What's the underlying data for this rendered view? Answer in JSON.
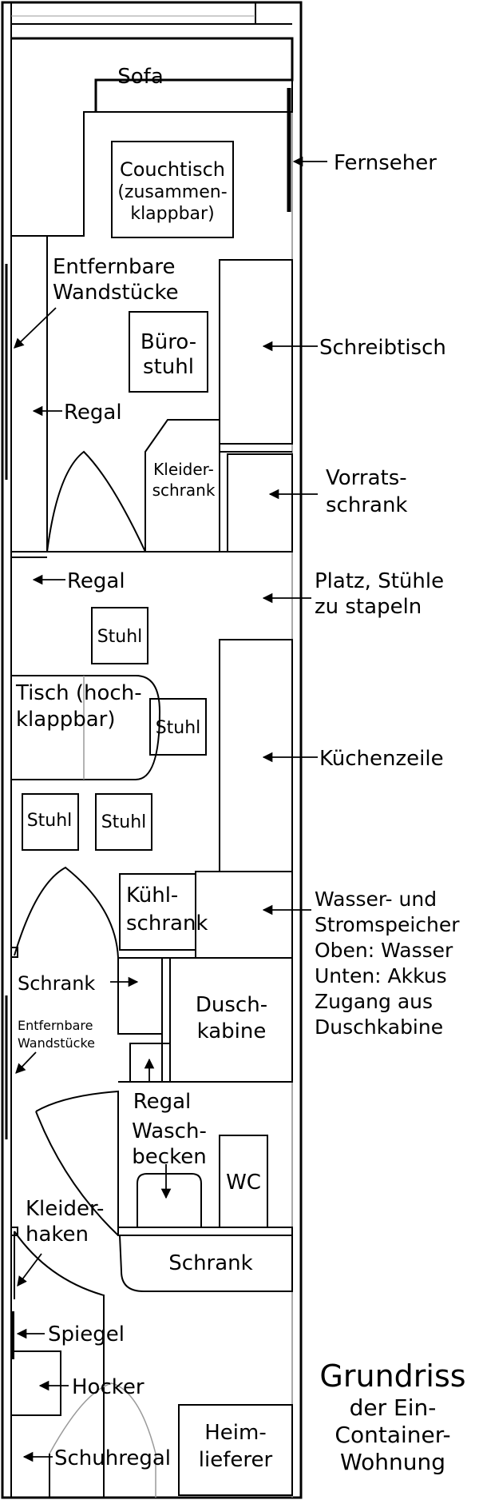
{
  "labels": {
    "sofa": "Sofa",
    "couchtisch_1": "Couchtisch",
    "couchtisch_2": "(zusammen-",
    "couchtisch_3": "klappbar)",
    "fernseher": "Fernseher",
    "wandstuecke_top_1": "Entfernbare",
    "wandstuecke_top_2": "Wandstücke",
    "buerostuhl_1": "Büro-",
    "buerostuhl_2": "stuhl",
    "schreibtisch": "Schreibtisch",
    "regal_1": "Regal",
    "kleiderschrank_1": "Kleider-",
    "kleiderschrank_2": "schrank",
    "vorrats_1": "Vorrats-",
    "vorrats_2": "schrank",
    "regal_2": "Regal",
    "platz_1": "Platz, Stühle",
    "platz_2": "zu stapeln",
    "stuhl_1": "Stuhl",
    "tisch_1": "Tisch (hoch-",
    "tisch_2": "klappbar)",
    "stuhl_2": "Stuhl",
    "kuechenzeile": "Küchenzeile",
    "stuhl_3": "Stuhl",
    "stuhl_4": "Stuhl",
    "kuehl_1": "Kühl-",
    "kuehl_2": "schrank",
    "speicher_1": "Wasser- und",
    "speicher_2": "Stromspeicher",
    "speicher_3": "Oben: Wasser",
    "speicher_4": "Unten: Akkus",
    "speicher_5": "Zugang aus",
    "speicher_6": "Duschkabine",
    "schrank_1": "Schrank",
    "dusch_1": "Dusch-",
    "dusch_2": "kabine",
    "wandstuecke_bot_1": "Entfernbare",
    "wandstuecke_bot_2": "Wandstücke",
    "regal_3": "Regal",
    "wasch_1": "Wasch-",
    "wasch_2": "becken",
    "wc": "WC",
    "kleiderhaken_1": "Kleider-",
    "kleiderhaken_2": "haken",
    "schrank_2": "Schrank",
    "spiegel": "Spiegel",
    "hocker": "Hocker",
    "heimlieferer_1": "Heim-",
    "heimlieferer_2": "lieferer",
    "schuhregal": "Schuhregal",
    "title_1": "Grundriss",
    "title_2": "der Ein-",
    "title_3": "Container-",
    "title_4": "Wohnung"
  }
}
